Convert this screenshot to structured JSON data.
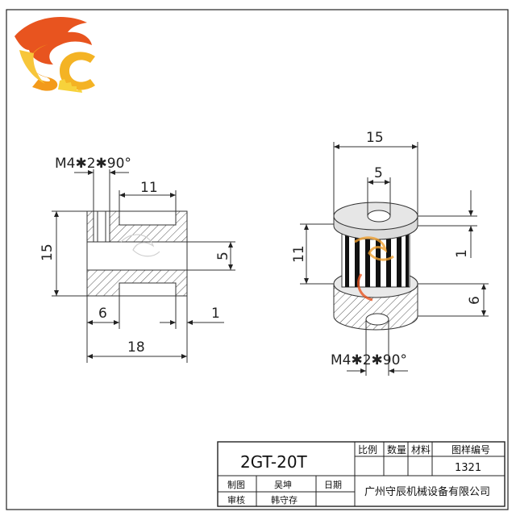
{
  "logo": {
    "text": "SC",
    "colors": [
      "#d9381e",
      "#f5a21a",
      "#f7d23b"
    ]
  },
  "left_view": {
    "thread_note": "M4✱2✱90°",
    "dims": {
      "top_width": "11",
      "height": "15",
      "bore": "5",
      "flange": "6",
      "lip": "1",
      "length": "18"
    }
  },
  "right_view": {
    "thread_note": "M4✱2✱90°",
    "dims": {
      "outer_diameter": "15",
      "bore": "5",
      "tooth_height": "11",
      "gap": "1",
      "flange": "6"
    }
  },
  "title_block": {
    "part_no": "2GT-20T",
    "headers": {
      "scale": "比例",
      "quantity": "数量",
      "material": "材料",
      "drawing_no_label": "图样编号"
    },
    "drawing_no": "1321",
    "drawn_label": "制图",
    "drawn_by": "吴坤",
    "date_label": "日期",
    "checked_label": "审核",
    "checked_by": "韩守存",
    "company": "广州守辰机械设备有限公司"
  }
}
